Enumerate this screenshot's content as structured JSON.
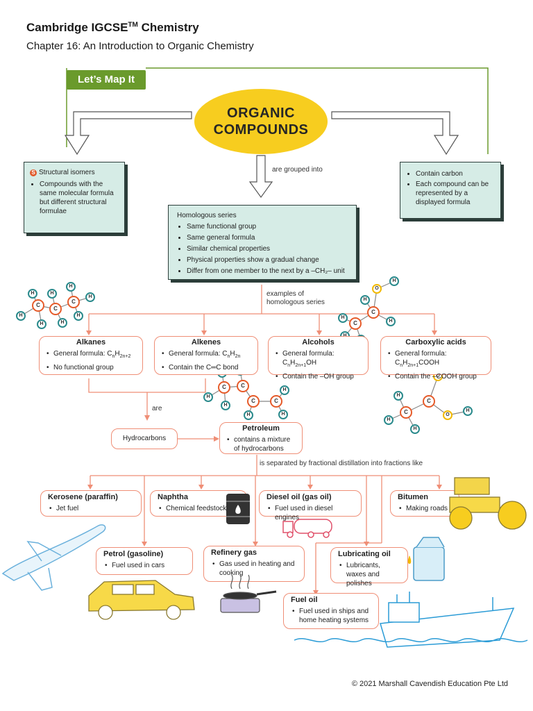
{
  "header": {
    "title_main": "Cambridge IGCSE",
    "title_tm": "TM",
    "title_rest": " Chemistry",
    "subtitle": "Chapter 16: An Introduction to Organic Chemistry"
  },
  "map_tab": "Let’s Map It",
  "center": {
    "line1": "ORGANIC",
    "line2": "COMPOUNDS"
  },
  "notes": {
    "grouped_into": "are grouped into",
    "examples": "examples of\nhomologous series",
    "are": "are",
    "separated": "is separated by fractional distillation into fractions like"
  },
  "isomers": {
    "icon": "S",
    "title": "Structural isomers",
    "item1": "Compounds with the same molecular formula but different structural formulae"
  },
  "carbon": {
    "item1": "Contain carbon",
    "item2": "Each compound can be represented by a displayed formula"
  },
  "homologous": {
    "title": "Homologous series",
    "items": [
      "Same functional group",
      "Same general formula",
      "Similar chemical properties",
      "Physical properties show a gradual change",
      "Differ from one member to the next by a –CH₂– unit"
    ]
  },
  "series": {
    "alkanes": {
      "title": "Alkanes",
      "formula_label": "General formula: ",
      "formula_tail": "C",
      "sub1": "n",
      "h": "H",
      "sub2": "2n+2",
      "item2": "No functional group"
    },
    "alkenes": {
      "title": "Alkenes",
      "formula_label": "General formula: ",
      "formula_tail": "C",
      "sub1": "n",
      "h": "H",
      "sub2": "2n",
      "item2": "Contain the C═C bond"
    },
    "alcohols": {
      "title": "Alcohols",
      "formula_label": "General formula: ",
      "formula_tail": "C",
      "sub1": "n",
      "h": "H",
      "sub2": "2n+1",
      "tail": "OH",
      "item2": "Contain the –OH group"
    },
    "carboxylic": {
      "title": "Carboxylic acids",
      "formula_label": "General formula: ",
      "formula_tail": "C",
      "sub1": "n",
      "h": "H",
      "sub2": "2n+1",
      "tail": "COOH",
      "item2": "Contain the –COOH group"
    }
  },
  "hydrocarbons": "Hydrocarbons",
  "petroleum": {
    "title": "Petroleum",
    "item1": "contains a mixture of hydrocarbons"
  },
  "fractions": {
    "kerosene": {
      "title": "Kerosene (paraffin)",
      "item": "Jet fuel"
    },
    "naphtha": {
      "title": "Naphtha",
      "item": "Chemical feedstock"
    },
    "diesel": {
      "title": "Diesel oil (gas oil)",
      "item": "Fuel used in diesel engines"
    },
    "bitumen": {
      "title": "Bitumen",
      "item": "Making roads"
    },
    "petrol": {
      "title": "Petrol (gasoline)",
      "item": "Fuel used in cars"
    },
    "refinery": {
      "title": "Refinery gas",
      "item": "Gas used in heating and cooking"
    },
    "lubricating": {
      "title": "Lubricating oil",
      "item": "Lubricants, waxes and polishes"
    },
    "fuel_oil": {
      "title": "Fuel oil",
      "item": "Fuel used in ships and home heating systems"
    }
  },
  "atom_labels": {
    "c": "C",
    "h": "H",
    "o": "O"
  },
  "colors": {
    "green": "#6a9a2c",
    "yellow": "#f7cd1f",
    "salmon": "#ef8e76",
    "mint": "#d6ece6"
  },
  "copyright": "© 2021 Marshall Cavendish Education Pte Ltd"
}
